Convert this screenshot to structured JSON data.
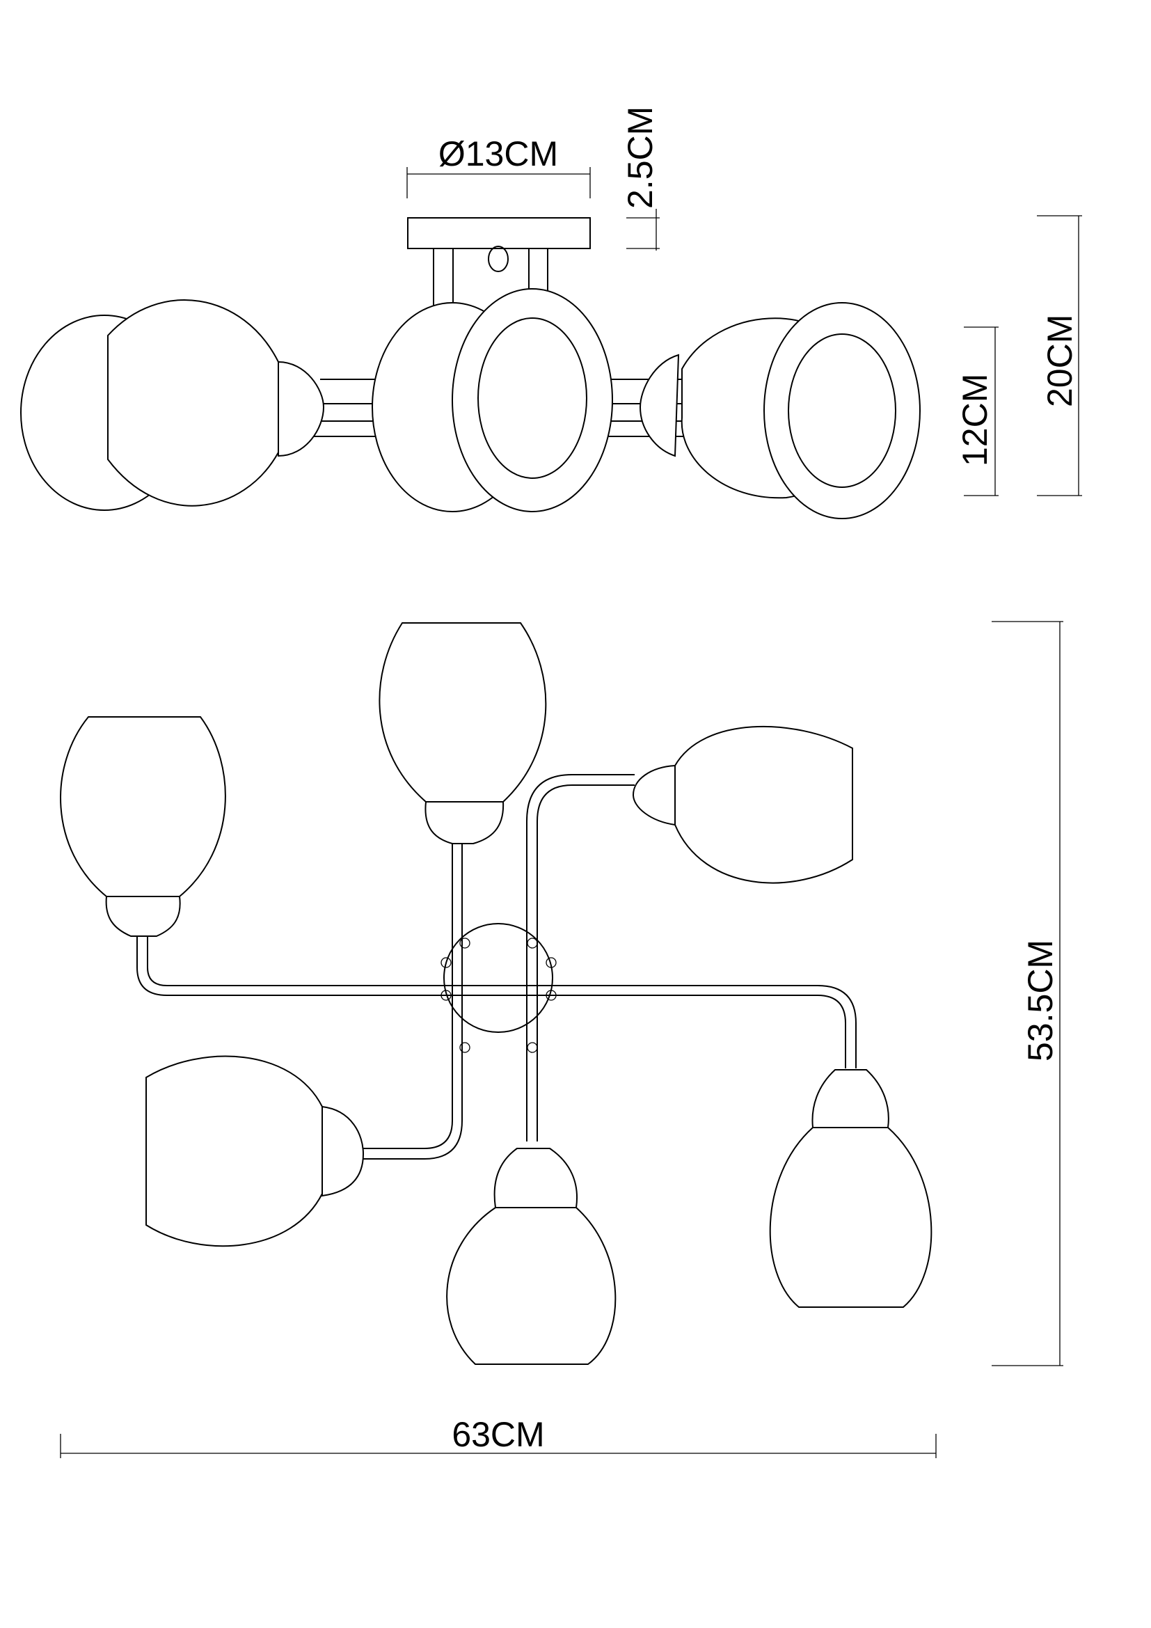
{
  "drawing": {
    "title": "Ceiling lamp dimension drawing",
    "views": [
      "side-view",
      "top-view"
    ],
    "stroke_color": "#000000",
    "background": "#ffffff"
  },
  "dimensions": {
    "canopy_diameter": "Ø13CM",
    "canopy_height": "2.5CM",
    "total_height": "20CM",
    "shade_height": "12CM",
    "depth": "53.5CM",
    "width": "63CM"
  },
  "top_view": {
    "shade_count": 6,
    "canopy_screws": 8
  }
}
